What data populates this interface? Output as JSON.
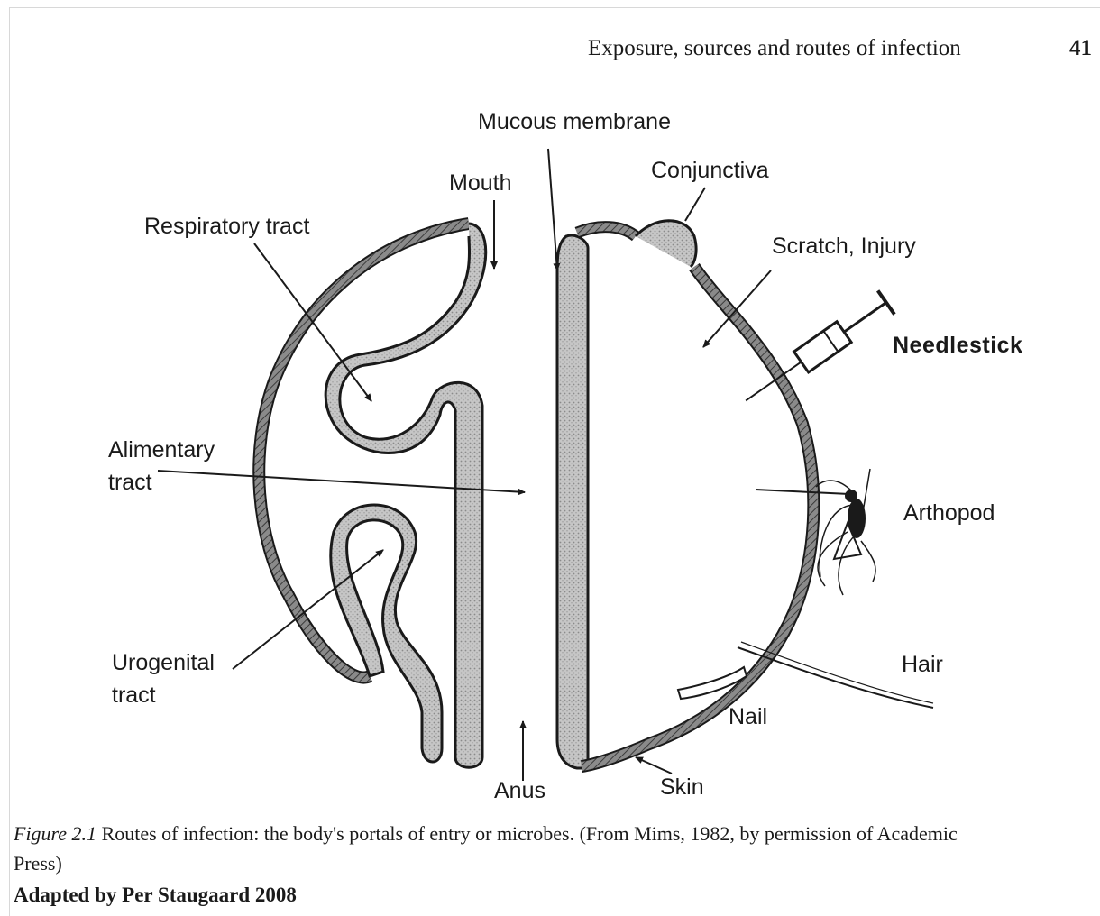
{
  "header": {
    "running_head": "Exposure, sources and routes of infection",
    "page_number": "41"
  },
  "figure": {
    "labels": {
      "mucous_membrane": "Mucous membrane",
      "mouth": "Mouth",
      "conjunctiva": "Conjunctiva",
      "respiratory_tract": "Respiratory tract",
      "scratch_injury": "Scratch, Injury",
      "needlestick": "Needlestick",
      "alimentary_line1": "Alimentary",
      "alimentary_line2": "tract",
      "arthopod": "Arthopod",
      "urogenital_line1": "Urogenital",
      "urogenital_line2": "tract",
      "hair": "Hair",
      "nail": "Nail",
      "anus": "Anus",
      "skin": "Skin"
    },
    "caption_prefix": "Figure 2.1",
    "caption_text": " Routes of infection: the body's portals of entry or microbes. (From Mims, 1982, by permission of Academic Press)",
    "credit": "Adapted by Per Staugaard 2008"
  },
  "colors": {
    "ink": "#1a1a1a",
    "membrane_fill": "#b9b9b9",
    "skin_fill": "#6f6f6f",
    "background": "#ffffff"
  }
}
